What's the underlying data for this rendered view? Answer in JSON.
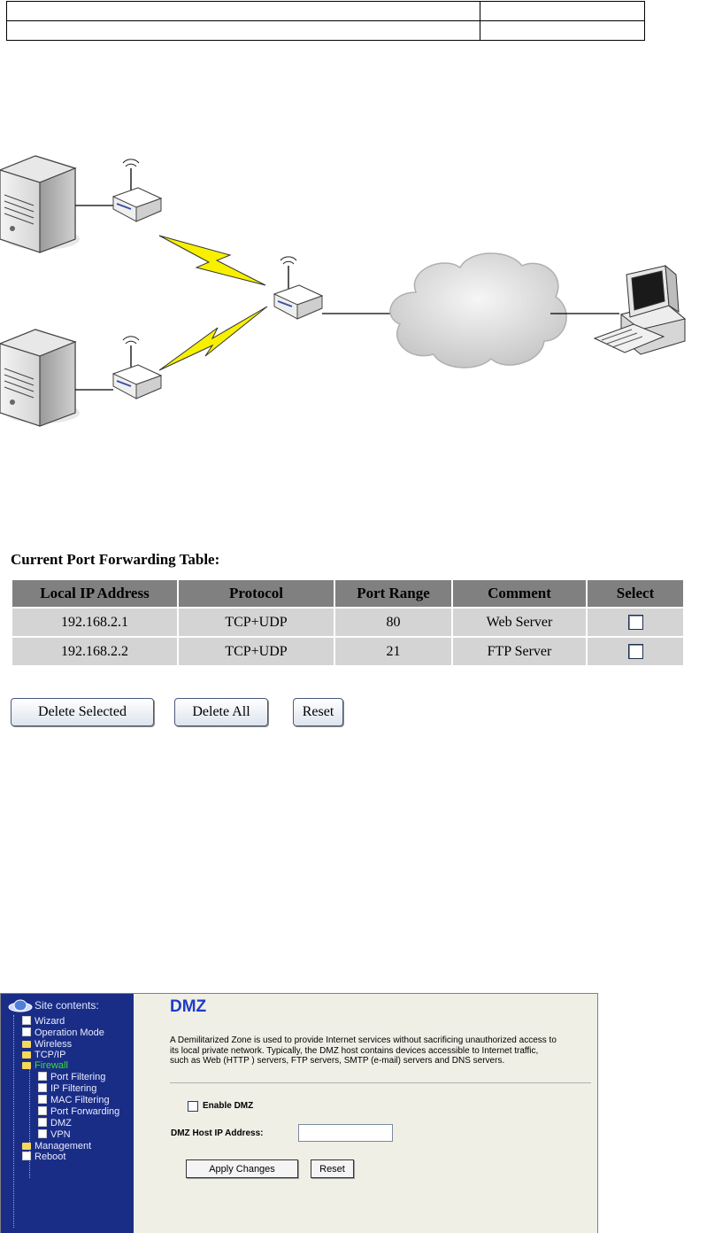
{
  "port_forwarding": {
    "title": "Current Port Forwarding Table:",
    "headers": [
      "Local IP Address",
      "Protocol",
      "Port Range",
      "Comment",
      "Select"
    ],
    "rows": [
      {
        "ip": "192.168.2.1",
        "protocol": "TCP+UDP",
        "port": "80",
        "comment": "Web Server"
      },
      {
        "ip": "192.168.2.2",
        "protocol": "TCP+UDP",
        "port": "21",
        "comment": "FTP Server"
      }
    ],
    "buttons": {
      "delete_selected": "Delete Selected",
      "delete_all": "Delete All",
      "reset": "Reset"
    }
  },
  "router_ui": {
    "sidebar": {
      "title": "Site contents:",
      "items": [
        {
          "label": "Wizard",
          "icon": "page-icon"
        },
        {
          "label": "Operation Mode",
          "icon": "page-icon"
        },
        {
          "label": "Wireless",
          "icon": "folder-icon"
        },
        {
          "label": "TCP/IP",
          "icon": "folder-icon"
        },
        {
          "label": "Firewall",
          "icon": "folder-icon",
          "active": true
        },
        {
          "label": "Port Filtering",
          "icon": "page-icon"
        },
        {
          "label": "IP Filtering",
          "icon": "page-icon"
        },
        {
          "label": "MAC Filtering",
          "icon": "page-icon"
        },
        {
          "label": "Port Forwarding",
          "icon": "page-icon"
        },
        {
          "label": "DMZ",
          "icon": "page-icon"
        },
        {
          "label": "VPN",
          "icon": "page-icon"
        },
        {
          "label": "Management",
          "icon": "folder-icon"
        },
        {
          "label": "Reboot",
          "icon": "page-icon"
        }
      ]
    },
    "dmz": {
      "title": "DMZ",
      "description": "A Demilitarized Zone is used to provide Internet services without sacrificing unauthorized access to its local private network. Typically, the DMZ host contains devices accessible to Internet traffic, such as Web (HTTP ) servers, FTP servers, SMTP (e-mail) servers and DNS servers.",
      "enable_label": "Enable DMZ",
      "enable_checked": false,
      "host_ip_label": "DMZ Host IP Address:",
      "host_ip_value": "",
      "apply_label": "Apply Changes",
      "reset_label": "Reset"
    }
  },
  "colors": {
    "sidebar_bg": "#1a2d86",
    "active_item": "#35e035",
    "dmz_title": "#1e3cc8",
    "table_header_bg": "#808080",
    "table_cell_bg": "#d4d4d4",
    "lightning": "#f7f000"
  }
}
